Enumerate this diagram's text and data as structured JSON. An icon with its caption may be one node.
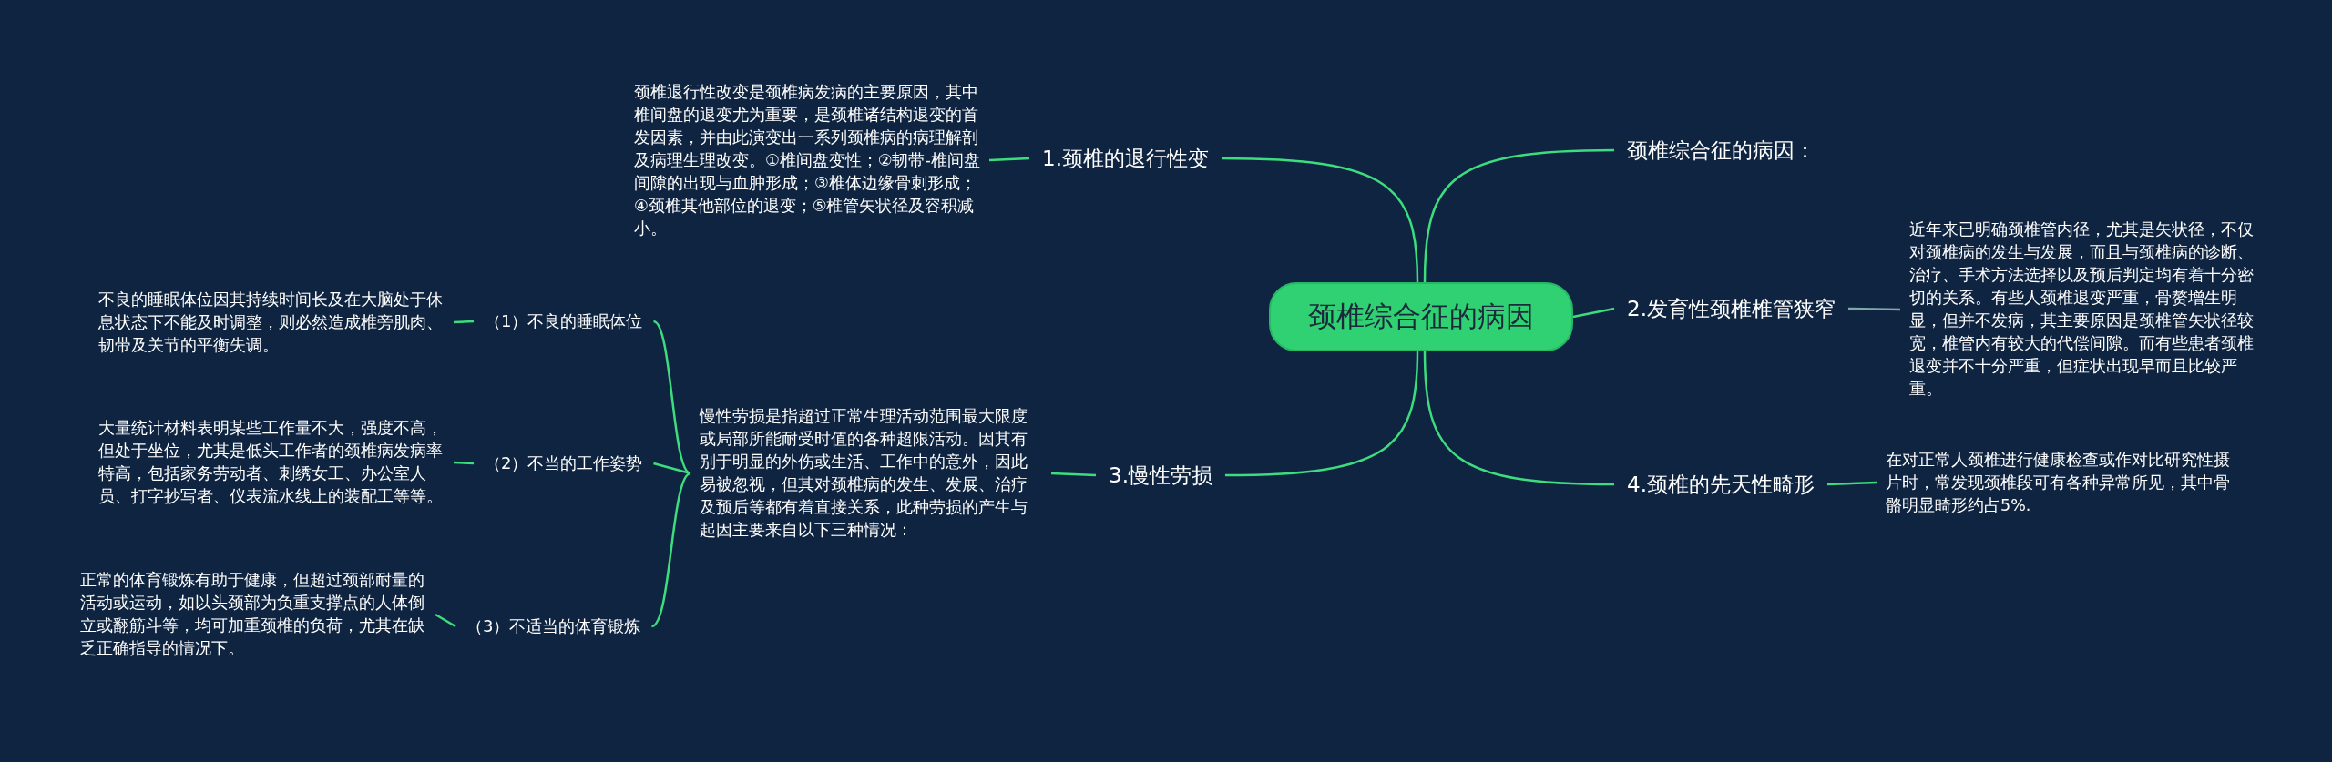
{
  "diagram": {
    "nodes": [
      {
        "text": [
          "颈椎综合征的病因"
        ]
      },
      {
        "text": [
          "颈椎综合征的病因："
        ]
      },
      {
        "text": [
          "1.颈椎的退行性变"
        ]
      },
      {
        "text": [
          "颈椎退行性改变是颈椎病发病的主要原因，其中椎间盘的退变尤为重要，是颈椎诸结构退变的首发因素，并由此演变出一系列颈椎病的病理解剖及病理生理改变。①椎间盘变性；②韧带-椎间盘间隙的出现与血肿形成；③椎体边缘骨刺形成；④颈椎其他部位的退变；⑤椎管矢状径及容积减小。"
        ]
      },
      {
        "text": [
          "2.发育性颈椎椎管狭窄"
        ]
      },
      {
        "text": [
          "近年来已明确颈椎管内径，尤其是矢状径，不仅对颈椎病的发生与发展，而且与颈椎病的诊断、治疗、手术方法选择以及预后判定均有着十分密切的关系。有些人颈椎退变严重，骨赘增生明显，但并不发病，其主要原因是颈椎管矢状径较宽，椎管内有较大的代偿间隙。而有些患者颈椎退变并不十分严重，但症状出现早而且比较严重。"
        ]
      },
      {
        "text": [
          "3.慢性劳损"
        ]
      },
      {
        "text": [
          "慢性劳损是指超过正常生理活动范围最大限度或局部所能耐受时值的各种超限活动。因其有别于明显的外伤或生活、工作中的意外，因此易被忽视，但其对颈椎病的发生、发展、治疗及预后等都有着直接关系，此种劳损的产生与起因主要来自以下三种情况："
        ]
      },
      {
        "text": [
          "（1）不良的睡眠体位"
        ]
      },
      {
        "text": [
          "不良的睡眠体位因其持续时间长及在大脑处于休息状态下不能及时调整，则必然造成椎旁肌肉、韧带及关节的平衡失调。"
        ]
      },
      {
        "text": [
          "（2）不当的工作姿势"
        ]
      },
      {
        "text": [
          "大量统计材料表明某些工作量不大，强度不高，但处于坐位，尤其是低头工作者的颈椎病发病率特高，包括家务劳动者、刺绣女工、办公室人员、打字抄写者、仪表流水线上的装配工等等。"
        ]
      },
      {
        "text": [
          "（3）不适当的体育锻炼"
        ]
      },
      {
        "text": [
          "正常的体育锻炼有助于健康，但超过颈部耐量的活动或运动，如以头颈部为负重支撑点的人体倒立或翻筋斗等，均可加重颈椎的负荷，尤其在缺乏正确指导的情况下。"
        ]
      },
      {
        "text": [
          "4.颈椎的先天性畸形"
        ]
      },
      {
        "text": [
          "在对正常人颈椎进行健康检查或作对比研究性摄片时，常发现颈椎段可有各种异常所见，其中骨骼明显畸形约占5%."
        ]
      }
    ],
    "edges": [
      {
        "from": 0,
        "to": 1,
        "arrow": "none"
      },
      {
        "from": 0,
        "to": 2,
        "arrow": "none"
      },
      {
        "from": 0,
        "to": 4,
        "arrow": "none"
      },
      {
        "from": 0,
        "to": 6,
        "arrow": "none"
      },
      {
        "from": 0,
        "to": 14,
        "arrow": "none"
      },
      {
        "from": 2,
        "to": 3,
        "arrow": "none"
      },
      {
        "from": 4,
        "to": 5,
        "arrow": "none",
        "color": "#7fa9a8"
      },
      {
        "from": 6,
        "to": 7,
        "arrow": "none"
      },
      {
        "from": 14,
        "to": 15,
        "arrow": "none"
      },
      {
        "from": 7,
        "to": 8,
        "arrow": "none"
      },
      {
        "from": 7,
        "to": 10,
        "arrow": "none"
      },
      {
        "from": 7,
        "to": 12,
        "arrow": "none"
      },
      {
        "from": 8,
        "to": 9,
        "arrow": "none"
      },
      {
        "from": 10,
        "to": 11,
        "arrow": "none"
      },
      {
        "from": 12,
        "to": 13,
        "arrow": "none"
      }
    ]
  }
}
